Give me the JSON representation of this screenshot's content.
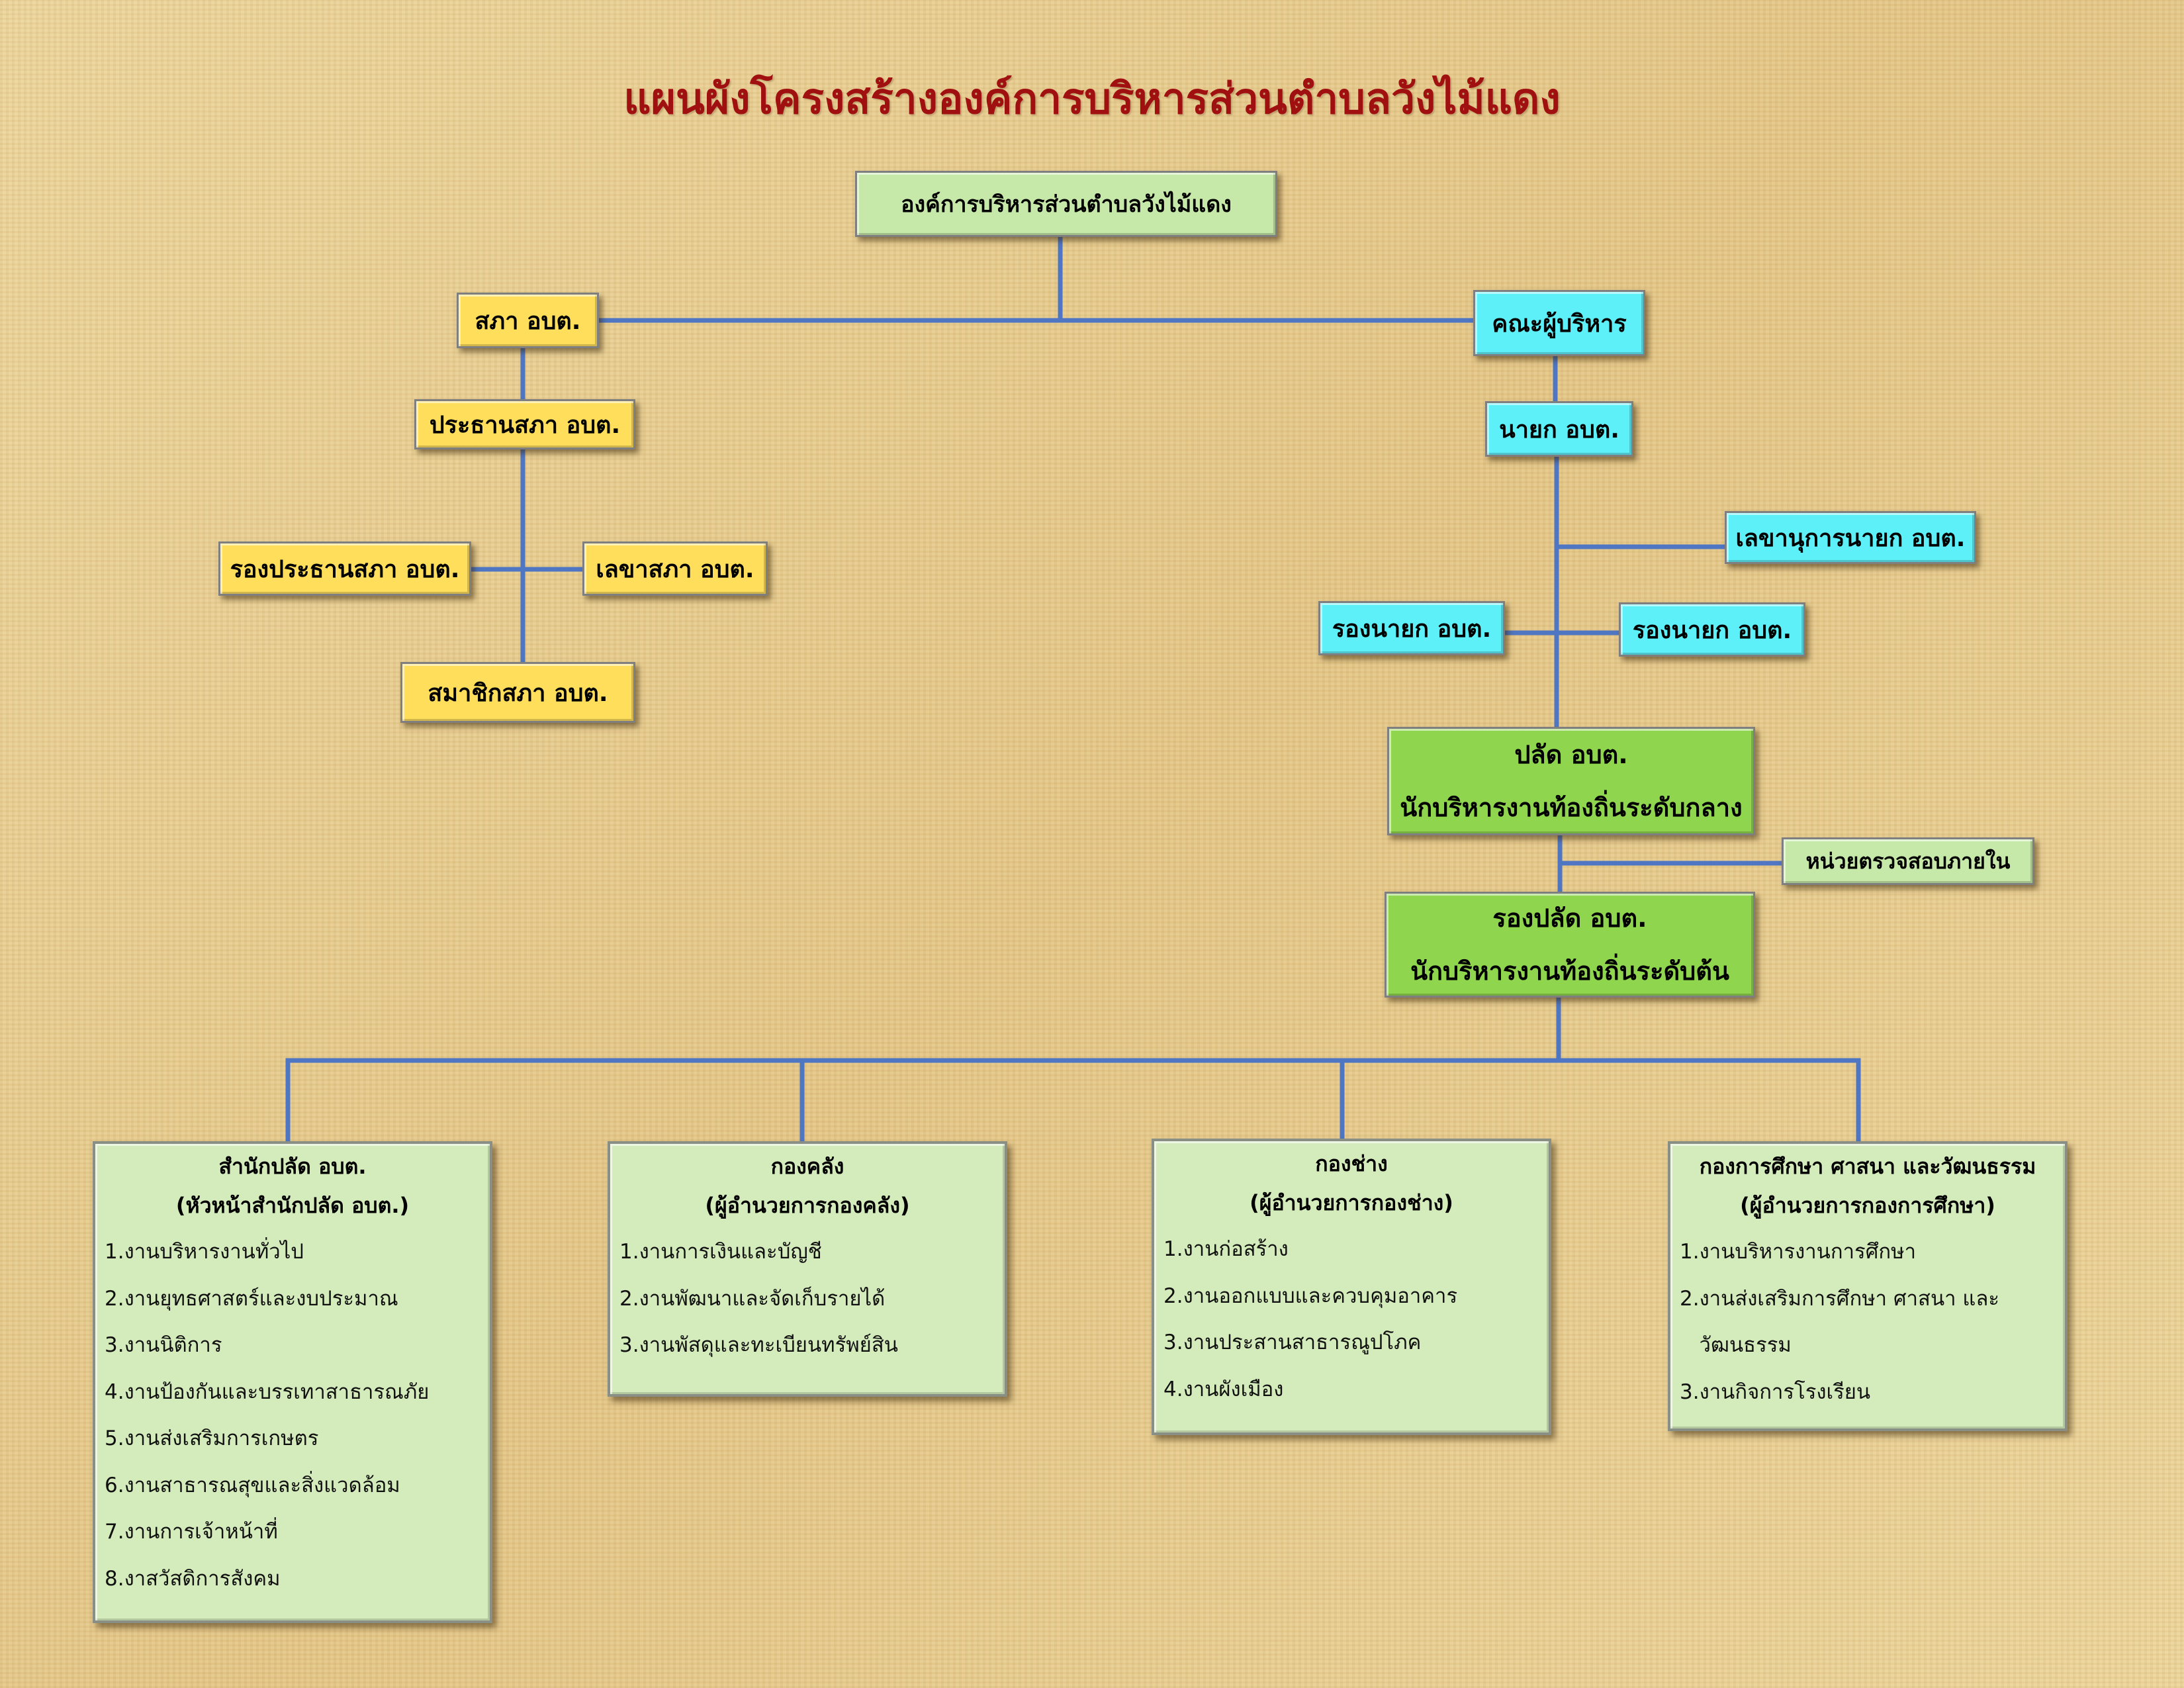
{
  "title": "แผนผังโครงสร้างองค์การบริหารส่วนตำบลวังไม้แดง",
  "nodes": {
    "org": "องค์การบริหารส่วนตำบลวังไม้แดง",
    "council": "สภา อบต.",
    "council_chair": "ประธานสภา อบต.",
    "council_vice_chair": "รองประธานสภา อบต.",
    "council_secretary": "เลขาสภา อบต.",
    "council_members": "สมาชิกสภา อบต.",
    "executive_board": "คณะผู้บริหาร",
    "mayor": "นายก อบต.",
    "mayor_secretary": "เลขานุการนายก อบต.",
    "deputy_mayor_1": "รองนายก อบต.",
    "deputy_mayor_2": "รองนายก อบต.",
    "chief_admin_l1": "ปลัด อบต.",
    "chief_admin_l2": "นักบริหารงานท้องถิ่นระดับกลาง",
    "internal_audit": "หน่วยตรวจสอบภายใน",
    "deputy_chief_l1": "รองปลัด อบต.",
    "deputy_chief_l2": "นักบริหารงานท้องถิ่นระดับต้น"
  },
  "departments": [
    {
      "name": "สำนักปลัด อบต.",
      "head": "(หัวหน้าสำนักปลัด อบต.)",
      "items": [
        "1.งานบริหารงานทั่วไป",
        "2.งานยุทธศาสตร์และงบประมาณ",
        "3.งานนิติการ",
        "4.งานป้องกันและบรรเทาสาธารณภัย",
        "5.งานส่งเสริมการเกษตร",
        "6.งานสาธารณสุขและสิ่งแวดล้อม",
        "7.งานการเจ้าหน้าที่",
        "8.งาสวัสดิการสังคม"
      ]
    },
    {
      "name": "กองคลัง",
      "head": "(ผู้อำนวยการกองคลัง)",
      "items": [
        "1.งานการเงินและบัญชี",
        "2.งานพัฒนาและจัดเก็บรายได้",
        "3.งานพัสดุและทะเบียนทรัพย์สิน"
      ]
    },
    {
      "name": "กองช่าง",
      "head": "(ผู้อำนวยการกองช่าง)",
      "items": [
        "1.งานก่อสร้าง",
        "2.งานออกแบบและควบคุมอาคาร",
        "3.งานประสานสาธารณูปโภค",
        "4.งานผังเมือง"
      ]
    },
    {
      "name": "กองการศึกษา ศาสนา และวัฒนธรรม",
      "head": "(ผู้อำนวยการกองการศึกษา)",
      "items": [
        "1.งานบริหารงานการศึกษา",
        "2.งานส่งเสริมการศึกษา ศาสนา และ",
        "   วัฒนธรรม",
        "3.งานกิจการโรงเรียน"
      ]
    }
  ],
  "colors": {
    "title": "#a01010",
    "connector": "#4f76c2",
    "council_box": "#ffde5c",
    "executive_box": "#5ef0f8",
    "chief_box": "#8fd64e",
    "department_box": "#d4ebbb"
  }
}
